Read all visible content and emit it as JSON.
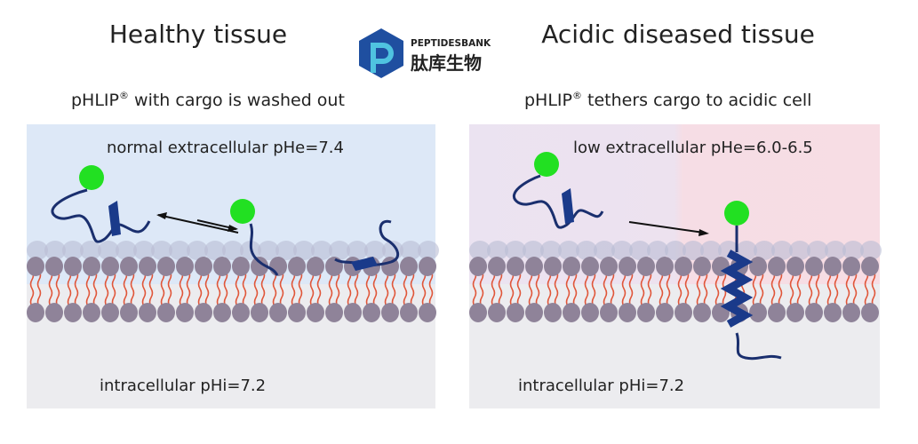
{
  "logo": {
    "name_en": "PEPTIDESBANK",
    "name_cn": "肽库生物"
  },
  "left_panel": {
    "title": "Healthy tissue",
    "subtitle": "pHLIP",
    "subtitle_reg": "®",
    "subtitle_rest": " with cargo is washed out",
    "extracellular_label": "normal extracellular pHe=7.4",
    "intracellular_label": "intracellular pHi=7.2"
  },
  "right_panel": {
    "title": "Acidic diseased tissue",
    "subtitle": "pHLIP",
    "subtitle_reg": "®",
    "subtitle_rest": " tethers cargo to acidic cell",
    "extracellular_label": "low extracellular pHe=6.0-6.5",
    "intracellular_label": "intracellular pHi=7.2"
  },
  "colors": {
    "cargo": "#22e022",
    "peptide": "#1a2f6e",
    "lipid_head": "#8f8399",
    "lipid_tail": "#e0563a",
    "healthy_bg": "#dde8f7",
    "acidic_bg": "#f3dde7",
    "cytosol": "#ececef"
  }
}
